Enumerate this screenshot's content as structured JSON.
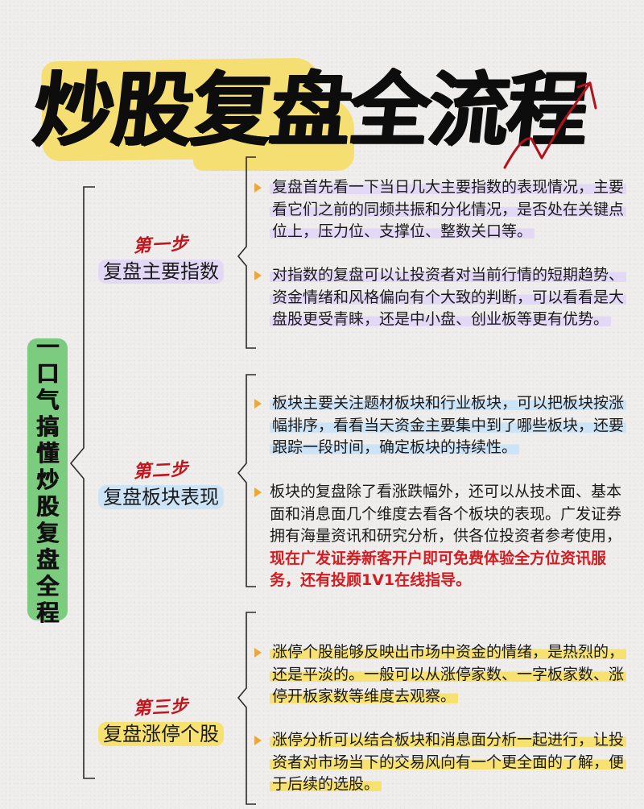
{
  "title": {
    "highlighted": "炒股复盘",
    "plain": "全流程",
    "highlight_color": "#f5df72",
    "arrow_color": "#b3121c"
  },
  "side_banner": {
    "chars": [
      "一",
      "口",
      "气",
      "搞",
      "懂",
      "炒",
      "股",
      "复",
      "盘",
      "全",
      "程"
    ],
    "text": "一口气搞懂炒股复盘全程",
    "color": "#7ccc80"
  },
  "steps": [
    {
      "number": "第一步",
      "title": "复盘主要指数",
      "highlight_color": "#e3d9f6",
      "bullets": [
        {
          "text": "复盘首先看一下当日几大主要指数的表现情况，主要看它们之前的同频共振和分化情况，是否处在关键点位上，压力位、支撑位、整数关口等。",
          "emphasis": ""
        },
        {
          "text": "对指数的复盘可以让投资者对当前行情的短期趋势、资金情绪和风格偏向有个大致的判断，可以看看是大盘股更受青睐，还是中小盘、创业板等更有优势。",
          "emphasis": ""
        }
      ]
    },
    {
      "number": "第二步",
      "title": "复盘板块表现",
      "highlight_color": "#cde3f6",
      "bullets": [
        {
          "text": "板块主要关注题材板块和行业板块，可以把板块按涨幅排序，看看当天资金主要集中到了哪些板块，还要跟踪一段时间，确定板块的持续性。",
          "emphasis": ""
        },
        {
          "text": "板块的复盘除了看涨跌幅外，还可以从技术面、基本面和消息面几个维度去看各个板块的表现。广发证券拥有海量资讯和研究分析，供各位投资者参考使用，",
          "emphasis": "现在广发证券新客开户即可免费体验全方位资讯服务，还有投顾1V1在线指导。"
        }
      ]
    },
    {
      "number": "第三步",
      "title": "复盘涨停个股",
      "highlight_color": "#f7e171",
      "bullets": [
        {
          "text": "涨停个股能够反映出市场中资金的情绪，是热烈的，还是平淡的。一般可以从涨停家数、一字板家数、涨停开板家数等维度去观察。",
          "emphasis": ""
        },
        {
          "text": "涨停分析可以结合板块和消息面分析一起进行，让投资者对市场当下的交易风向有一个更全面的了解，便于后续的选股。",
          "emphasis": ""
        }
      ]
    }
  ],
  "colors": {
    "step_number": "#c4141c",
    "emphasis_red": "#d21c22",
    "bullet_marker": "#e8a93a",
    "background": "#efeeec"
  }
}
